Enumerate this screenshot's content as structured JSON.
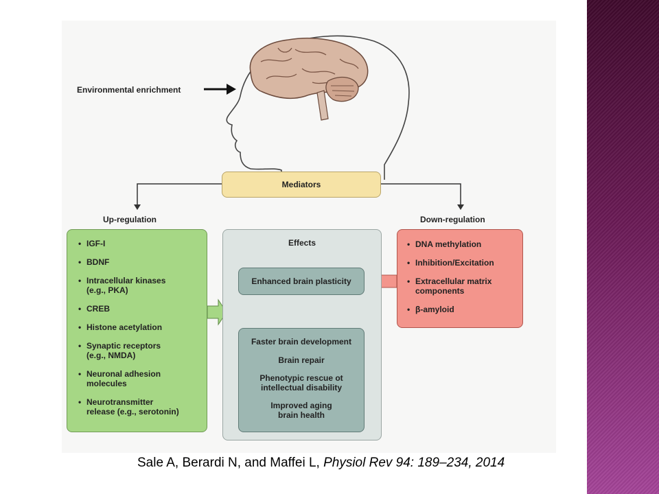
{
  "diagram": {
    "input_label": "Environmental enrichment",
    "mediators_label": "Mediators",
    "up_title": "Up-regulation",
    "down_title": "Down-regulation",
    "effects_title": "Effects",
    "up_items": [
      "IGF-I",
      "BDNF",
      "Intracellular kinases\n(e.g., PKA)",
      "CREB",
      "Histone acetylation",
      "Synaptic receptors\n(e.g., NMDA)",
      "Neuronal adhesion\nmolecules",
      "Neurotransmitter\nrelease (e.g., serotonin)"
    ],
    "down_items": [
      "DNA methylation",
      "Inhibition/Excitation",
      "Extracellular matrix\ncomponents",
      "β-amyloid"
    ],
    "plasticity_label": "Enhanced brain plasticity",
    "outcomes": [
      "Faster brain development",
      "Brain repair",
      "Phenotypic rescue ot\nintellectual disability",
      "Improved aging\nbrain health"
    ]
  },
  "citation": {
    "authors": "Sale A, Berardi N, and  Maffei L,",
    "journal": " Physiol Rev 94: 189–234, 2014"
  },
  "colors": {
    "mediators_fill": "#f6e3a6",
    "up_fill": "#a6d785",
    "down_fill": "#f3958c",
    "effects_fill": "#dde4e2",
    "inner_fill": "#9db7b2",
    "side_stripe": "#6a1a55"
  }
}
